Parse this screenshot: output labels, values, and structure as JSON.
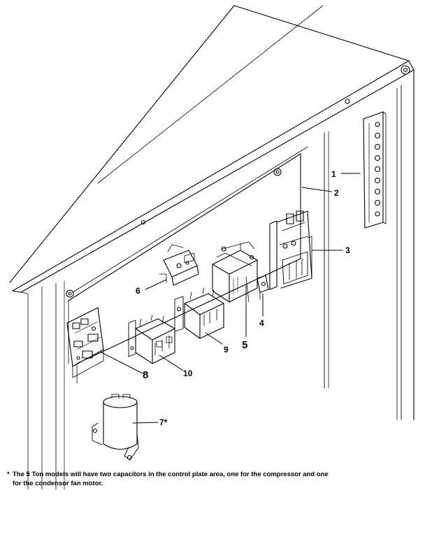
{
  "callouts": {
    "c1": "1",
    "c2": "2",
    "c3": "3",
    "c4": "4",
    "c5": "5",
    "c6": "6",
    "c7": "7*",
    "c8": "8",
    "c9": "9",
    "c10": "10"
  },
  "footnote": {
    "marker": "*",
    "line1": "The 5 Ton models will have two capacitors in the control plate area, one for the compressor and one",
    "line2": "for the condensor fan motor."
  }
}
